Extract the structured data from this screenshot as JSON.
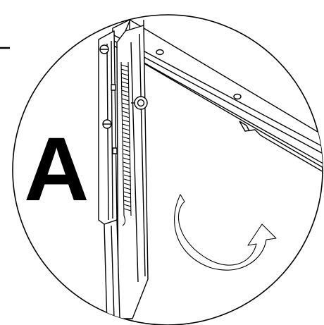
{
  "detail": {
    "callout_label": "A",
    "line_color": "#000000",
    "fill_color": "#ffffff",
    "shade_color": "#d9d9d9",
    "components": [
      "magnified-detail-circle",
      "leader-line",
      "vertical-frame-rail",
      "horizontal-frame-rail",
      "tension-spring",
      "pivot-bolt",
      "rotation-arrow"
    ]
  }
}
